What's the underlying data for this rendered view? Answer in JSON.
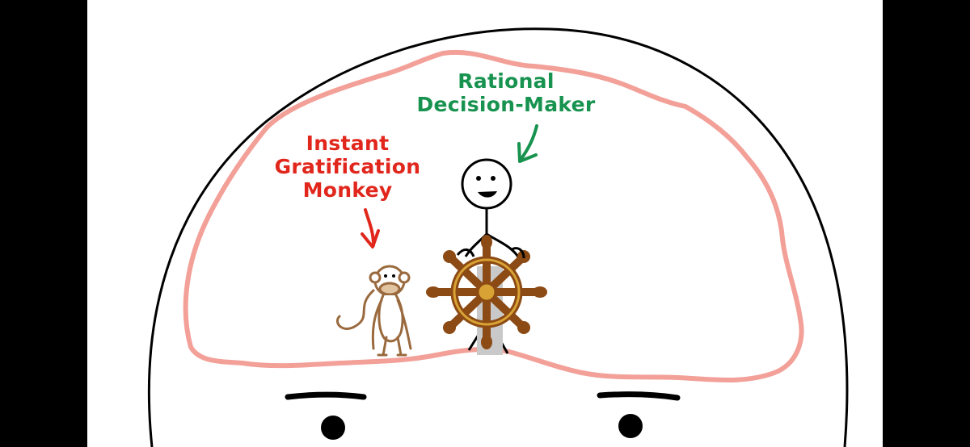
{
  "labels": {
    "rational": [
      "Rational",
      "Decision-Maker"
    ],
    "monkey": [
      "Instant",
      "Gratification",
      "Monkey"
    ]
  },
  "colors": {
    "rational": "#17934f",
    "monkey": "#e1261c",
    "brain_outline": "#f2a098",
    "monkey_body": "#9a6a3e",
    "wheel": "#8c4a14",
    "wheel_rim": "#d8a234",
    "post": "#c9c9c9",
    "background": "#ffffff",
    "letterbox": "#000000"
  }
}
